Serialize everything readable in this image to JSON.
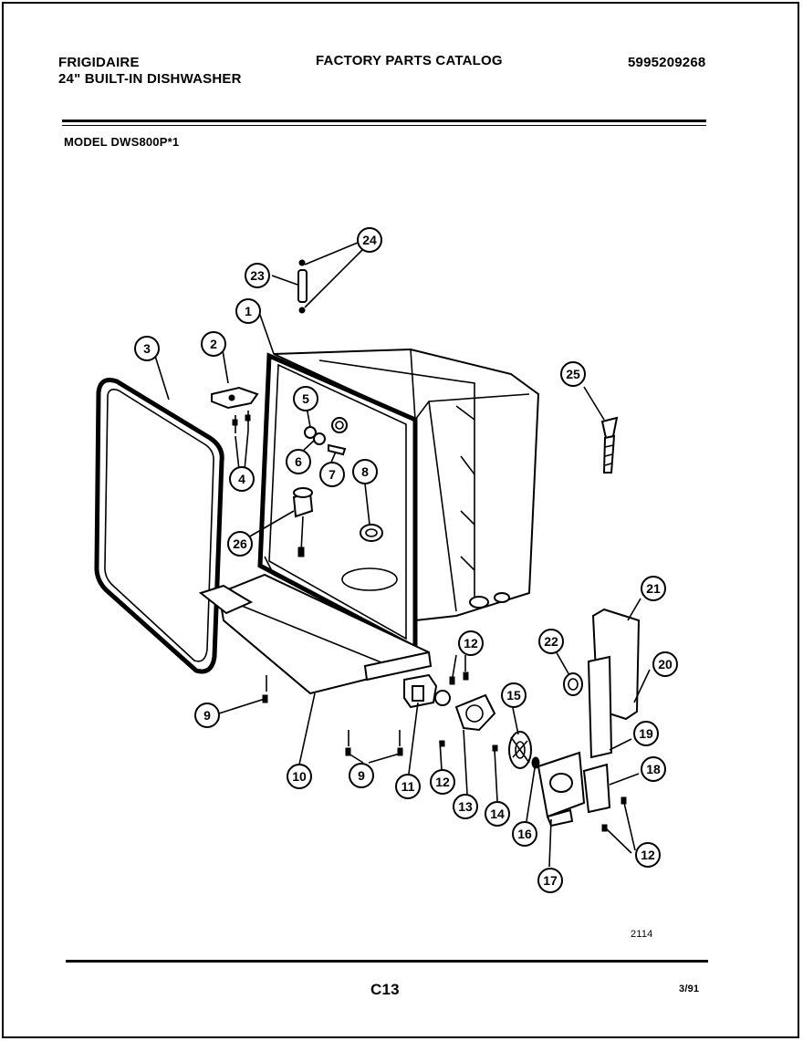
{
  "header": {
    "brand": "FRIGIDAIRE",
    "product": "24\" BUILT-IN DISHWASHER",
    "catalog": "FACTORY PARTS CATALOG",
    "catalog_number": "5995209268",
    "model": "MODEL DWS800P*1"
  },
  "diagram": {
    "figure_number": "2114",
    "callouts": [
      "1",
      "2",
      "3",
      "4",
      "5",
      "6",
      "7",
      "8",
      "9",
      "9",
      "10",
      "11",
      "12",
      "12",
      "12",
      "13",
      "14",
      "15",
      "16",
      "17",
      "18",
      "19",
      "20",
      "21",
      "22",
      "23",
      "24",
      "25",
      "26"
    ]
  },
  "footer": {
    "page": "C13",
    "date": "3/91"
  }
}
